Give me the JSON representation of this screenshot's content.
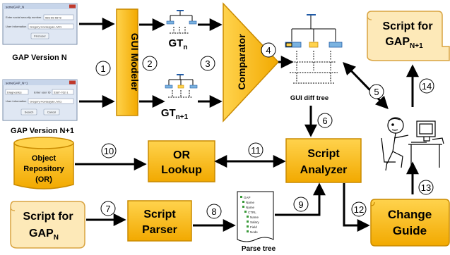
{
  "gap_version_n": "GAP Version N",
  "gap_version_n1": "GAP Version N+1",
  "win_n": {
    "title": "someGAP_N",
    "field1_label": "Enter social security number",
    "field1_value": "556-55-5578",
    "field2_label": "User information",
    "field2_value": "Gregory Hovsepyan, M.D.",
    "button": "Find user"
  },
  "win_n1": {
    "title": "someGAP_N+1",
    "select_value": "Diagnostics",
    "field1_label": "Enter user ID",
    "field1_value": "5387-762-1",
    "field2_label": "User information",
    "field2_value": "Gregory Hovsepyan, M.D.",
    "button1": "Search",
    "button2": "Cancel"
  },
  "gui_modeler": "GUI Modeler",
  "gt_n": {
    "base": "GT",
    "sub": "n"
  },
  "gt_n1": {
    "base": "GT",
    "sub": "n+1"
  },
  "comparator": "Comparator",
  "gui_diff_tree": "GUI diff tree",
  "script_out": {
    "line1": "Script for",
    "base": "GAP",
    "sub": "N+1"
  },
  "script_in": {
    "line1": "Script for",
    "base": "GAP",
    "sub": "N"
  },
  "object_repository": {
    "line1": "Object",
    "line2": "Repository",
    "line3": "(OR)"
  },
  "or_lookup": {
    "line1": "OR",
    "line2": "Lookup"
  },
  "script_analyzer": {
    "line1": "Script",
    "line2": "Analyzer"
  },
  "script_parser": {
    "line1": "Script",
    "line2": "Parser"
  },
  "parse_tree": "Parse tree",
  "parse_tree_items": [
    "GAP",
    "Name",
    "Name",
    "CTRL",
    "Name",
    "Salary",
    "Field",
    "Node"
  ],
  "change_guide": {
    "line1": "Change",
    "line2": "Guide"
  },
  "steps": [
    "1",
    "2",
    "3",
    "4",
    "5",
    "6",
    "7",
    "8",
    "9",
    "10",
    "11",
    "12",
    "13",
    "14"
  ],
  "colors": {
    "box": "#f7b500",
    "box_border": "#c98a00",
    "scroll": "#fde9b8",
    "scroll_border": "#d9a441"
  }
}
